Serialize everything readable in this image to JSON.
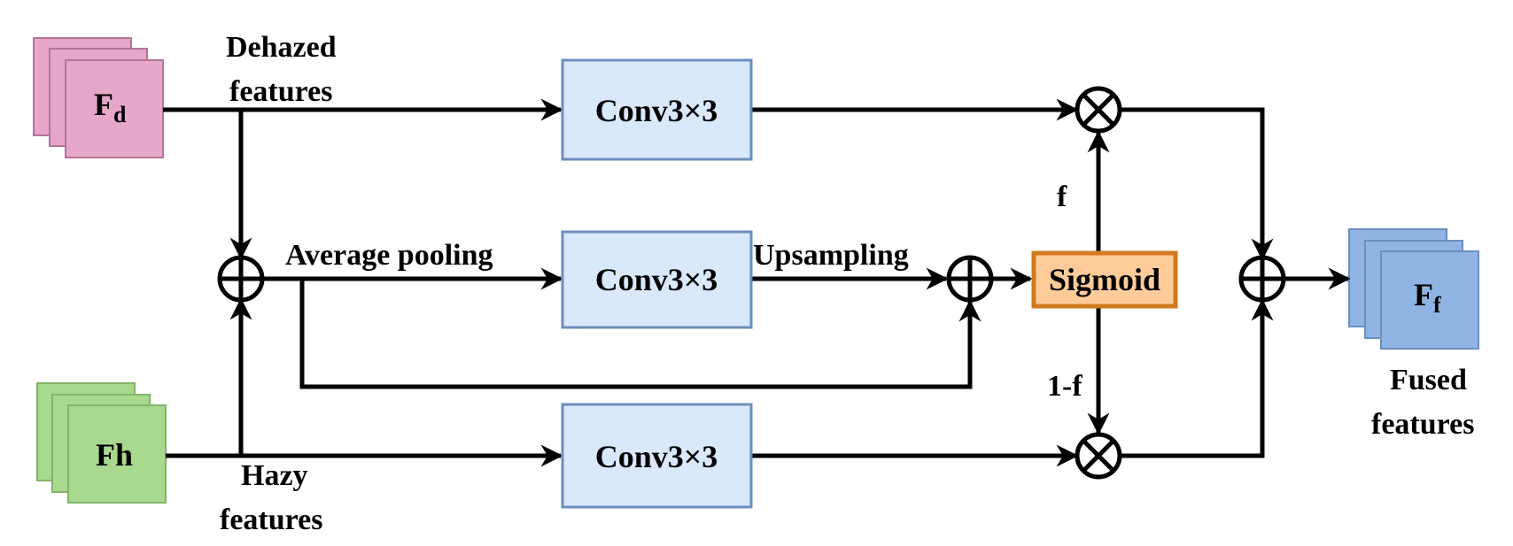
{
  "colors": {
    "dehazed_fill": "#e6a7c8",
    "dehazed_stroke": "#b5739a",
    "hazy_fill": "#a9d98f",
    "hazy_stroke": "#82b366",
    "fused_fill": "#8fb4e3",
    "fused_stroke": "#6c8ebf",
    "conv_fill": "#dae8fc",
    "conv_stroke": "#6c8ebf",
    "sigmoid_fill": "#ffcc99",
    "sigmoid_stroke": "#d07a1e"
  },
  "inputs": {
    "dehazed": {
      "symbol": "F",
      "subscript": "d",
      "caption_line1": "Dehazed",
      "caption_line2": "features"
    },
    "hazy": {
      "symbol": "Fh",
      "caption_line1": "Hazy",
      "caption_line2": "features"
    }
  },
  "output": {
    "symbol": "F",
    "subscript": "f",
    "caption_line1": "Fused",
    "caption_line2": "features"
  },
  "blocks": {
    "conv_top": "Conv3×3",
    "conv_mid": "Conv3×3",
    "conv_bot": "Conv3×3",
    "sigmoid": "Sigmoid"
  },
  "edge_labels": {
    "average_pooling": "Average pooling",
    "upsampling": "Upsampling",
    "f": "f",
    "one_minus_f": "1-f"
  },
  "operators": {
    "add": "add",
    "multiply": "multiply"
  }
}
